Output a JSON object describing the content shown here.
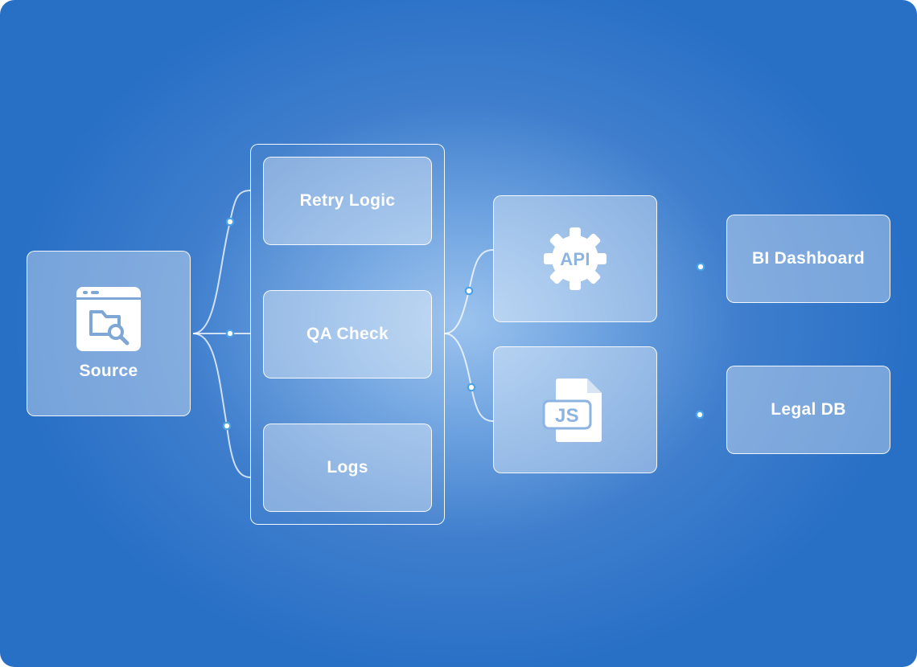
{
  "source": {
    "label": "Source",
    "icon": "browser-folder-search-icon"
  },
  "middleware": {
    "items": [
      {
        "label": "Retry Logic"
      },
      {
        "label": "QA Check"
      },
      {
        "label": "Logs"
      }
    ]
  },
  "services": {
    "api": {
      "icon": "api-gear-icon",
      "icon_text": "API"
    },
    "js": {
      "icon": "js-file-icon",
      "icon_text": "JS"
    }
  },
  "destinations": [
    {
      "label": "BI Dashboard"
    },
    {
      "label": "Legal DB"
    }
  ],
  "colors": {
    "background": "#2870c6",
    "background_glow": "#9cc3ee",
    "card_fill": "rgba(255,255,255,0.36)",
    "connector_dot": "#4aa3e8",
    "text": "#ffffff"
  }
}
